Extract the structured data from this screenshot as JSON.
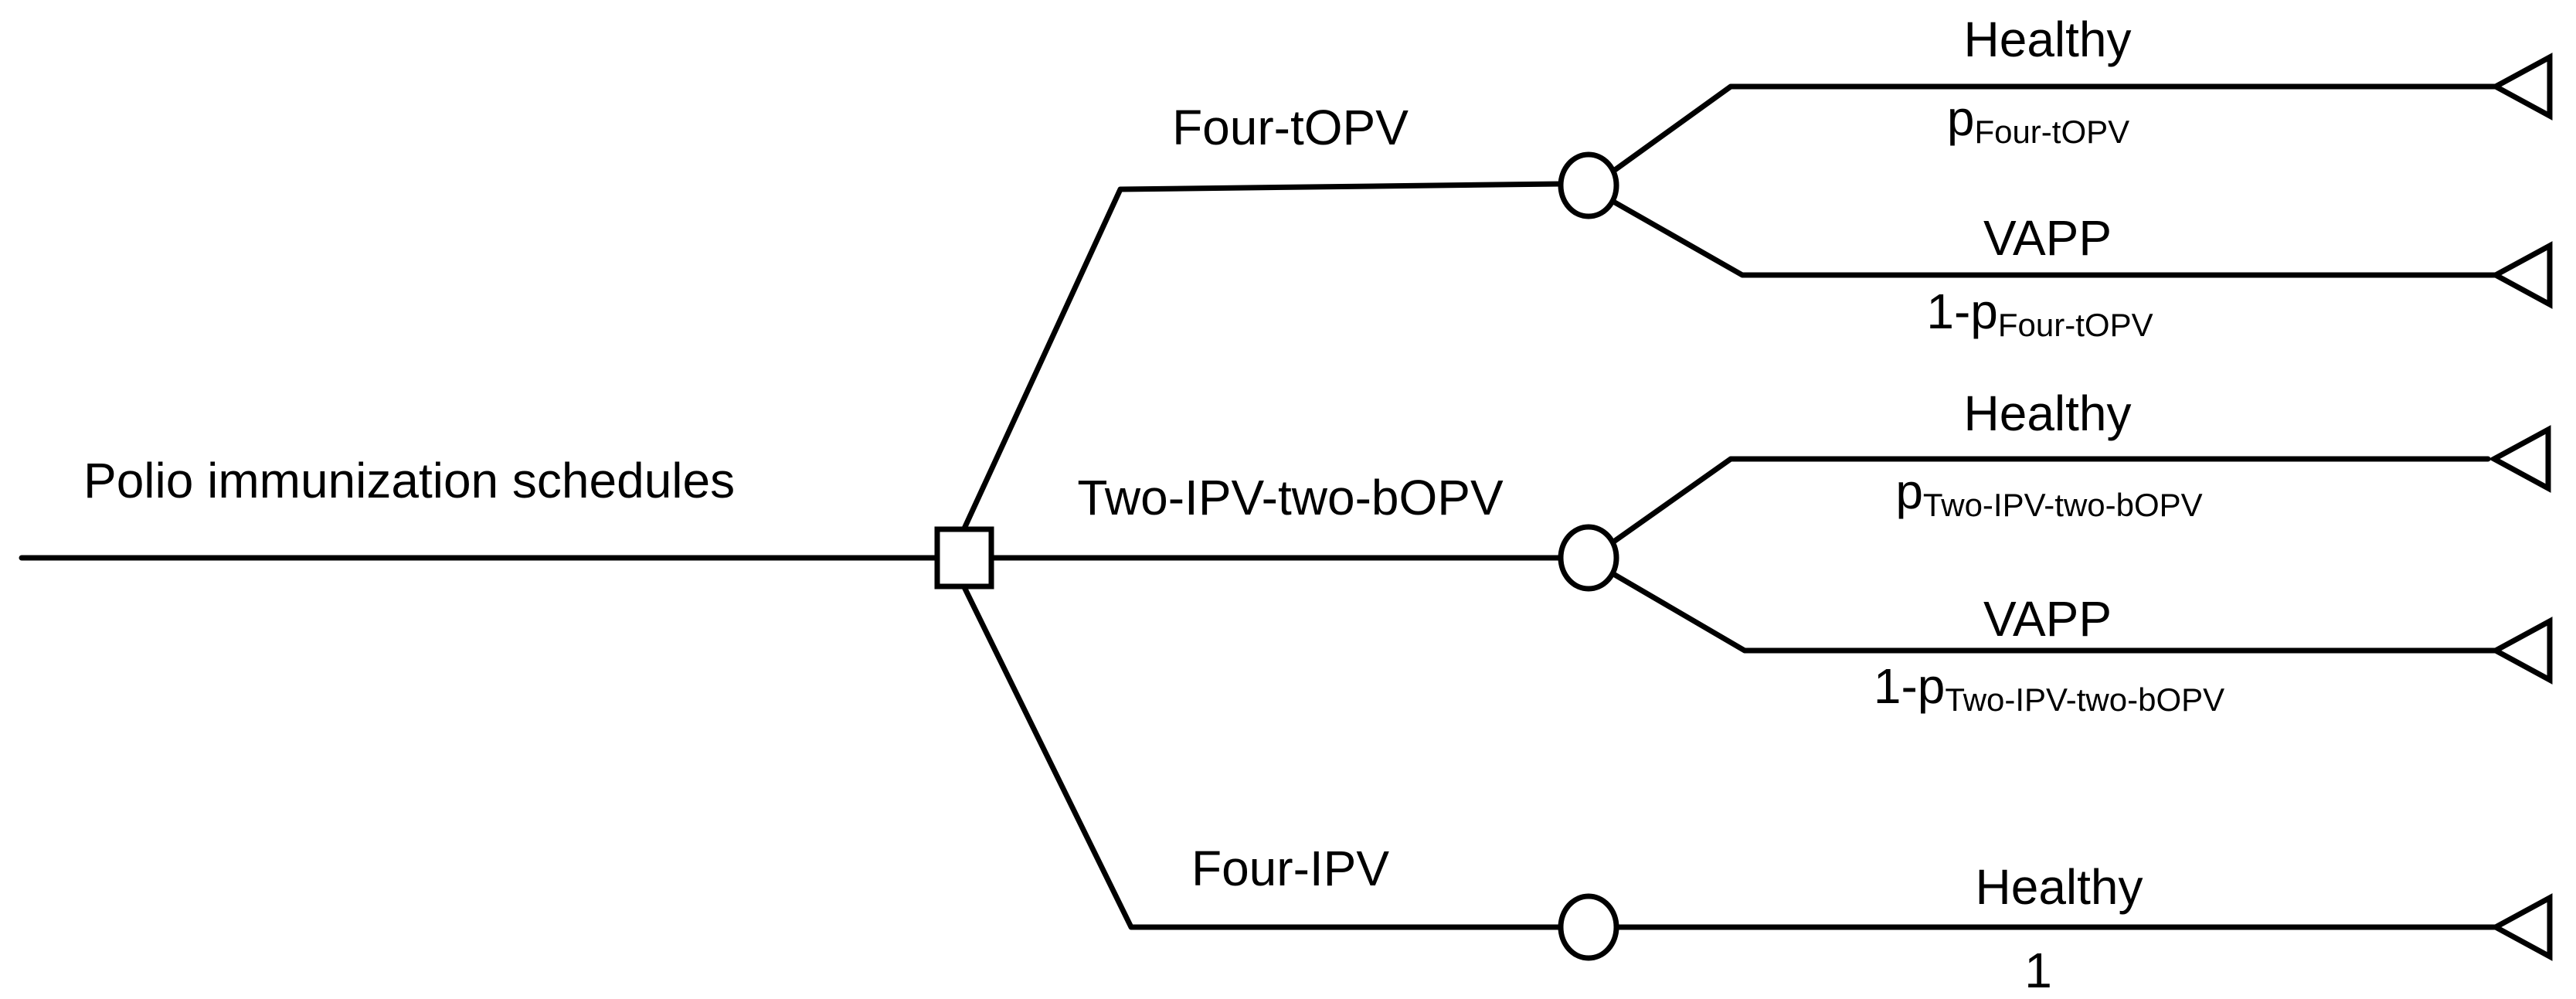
{
  "root": {
    "label": "Polio immunization schedules"
  },
  "strategies": [
    {
      "label": "Four-tOPV",
      "outcomes": [
        {
          "label": "Healthy",
          "prob_prefix": "",
          "prob_symbol": "p",
          "prob_subscript": "Four-tOPV"
        },
        {
          "label": "VAPP",
          "prob_prefix": "1-",
          "prob_symbol": "p",
          "prob_subscript": "Four-tOPV"
        }
      ]
    },
    {
      "label": "Two-IPV-two-bOPV",
      "outcomes": [
        {
          "label": "Healthy",
          "prob_prefix": "",
          "prob_symbol": "p",
          "prob_subscript": "Two-IPV-two-bOPV"
        },
        {
          "label": "VAPP",
          "prob_prefix": "1-",
          "prob_symbol": "p",
          "prob_subscript": "Two-IPV-two-bOPV"
        }
      ]
    },
    {
      "label": "Four-IPV",
      "outcomes": [
        {
          "label": "Healthy",
          "prob_prefix": "1",
          "prob_symbol": "",
          "prob_subscript": ""
        }
      ]
    }
  ]
}
